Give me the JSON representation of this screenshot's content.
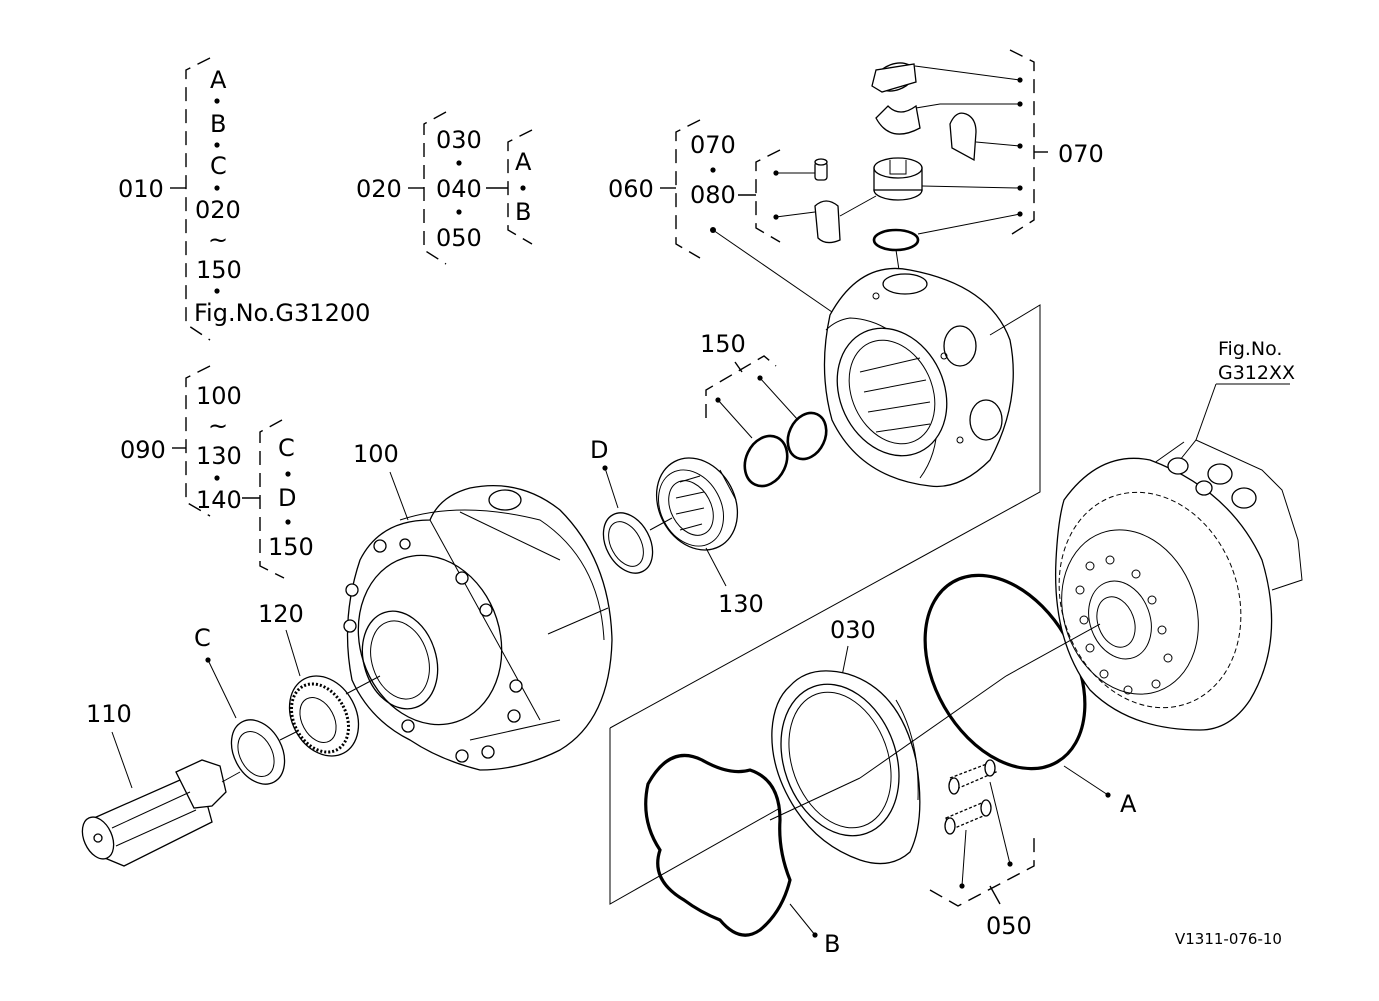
{
  "groups": {
    "g010": {
      "key": "010",
      "items": [
        "A",
        "B",
        "C",
        "020",
        "~",
        "150",
        "Fig.No.G31200"
      ]
    },
    "g020": {
      "key": "020",
      "items": [
        "030",
        "040",
        "050"
      ],
      "sub": [
        "A",
        "B"
      ]
    },
    "g060": {
      "key": "060",
      "items": [
        "070",
        "080"
      ]
    },
    "g090": {
      "key": "090",
      "items": [
        "100",
        "~",
        "130",
        "140"
      ],
      "sub": [
        "C",
        "D",
        "150"
      ]
    }
  },
  "callouts": {
    "c070": "070",
    "c150": "150",
    "c100": "100",
    "cD": "D",
    "c130": "130",
    "c120": "120",
    "cC": "C",
    "c110": "110",
    "c030": "030",
    "cA": "A",
    "cB": "B",
    "c050": "050"
  },
  "figref": {
    "line1": "Fig.No.",
    "line2": "G312XX"
  },
  "drawing_code": "V1311-076-10"
}
